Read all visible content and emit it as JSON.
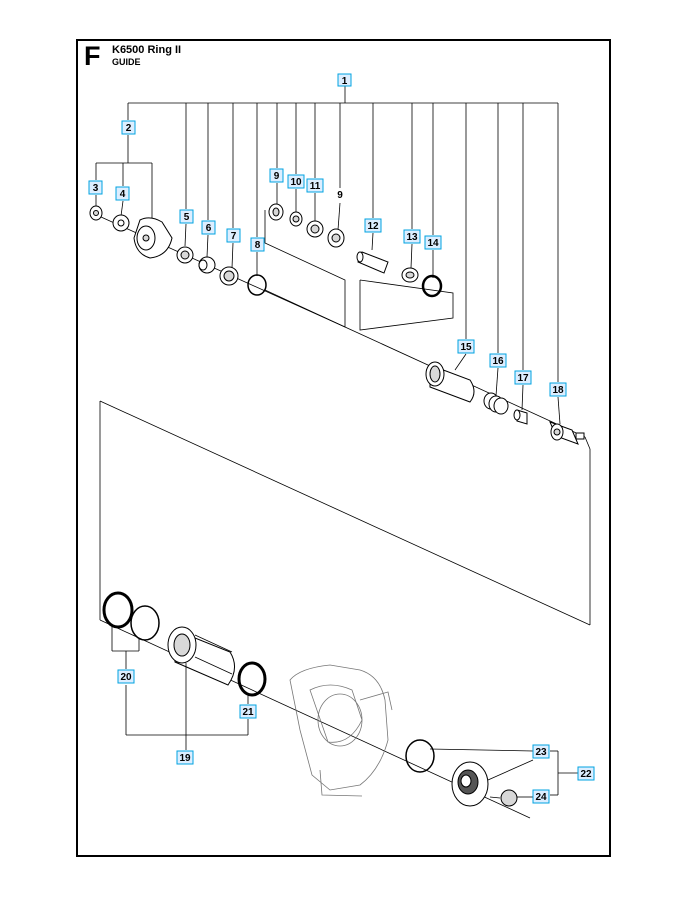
{
  "header": {
    "section_letter": "F",
    "model": "K6500 Ring II",
    "section_name": "GUIDE"
  },
  "callouts": {
    "c1": "1",
    "c2": "2",
    "c3": "3",
    "c4": "4",
    "c5": "5",
    "c6": "6",
    "c7": "7",
    "c8": "8",
    "c9": "9",
    "c9b": "9",
    "c10": "10",
    "c11": "11",
    "c12": "12",
    "c13": "13",
    "c14": "14",
    "c15": "15",
    "c16": "16",
    "c17": "17",
    "c18": "18",
    "c19": "19",
    "c20": "20",
    "c21": "21",
    "c22": "22",
    "c23": "23",
    "c24": "24"
  },
  "colors": {
    "callout_border": "#00a3e0",
    "callout_fill": "#ddeeff",
    "line": "#000000"
  }
}
